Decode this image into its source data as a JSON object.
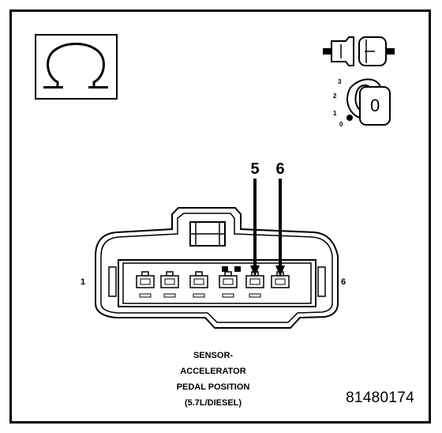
{
  "connector": {
    "pin_numbers": {
      "left": "1",
      "right": "6"
    },
    "callouts": [
      {
        "label": "5",
        "pin": 5
      },
      {
        "label": "6",
        "pin": 6
      }
    ]
  },
  "view_indicator": {
    "key_positions": [
      "3",
      "2",
      "1",
      "0"
    ],
    "key_face": "0"
  },
  "caption": {
    "line1": "SENSOR-",
    "line2": "ACCELERATOR",
    "line3": "PEDAL POSITION",
    "line4": "(5.7L/DIESEL)"
  },
  "figure_number": "81480174",
  "icons": {
    "ohm": "ohm-symbol-icon",
    "connector_pair": "connector-pair-icon",
    "key": "ignition-key-icon"
  },
  "colors": {
    "line": "#000000",
    "background": "#ffffff"
  }
}
